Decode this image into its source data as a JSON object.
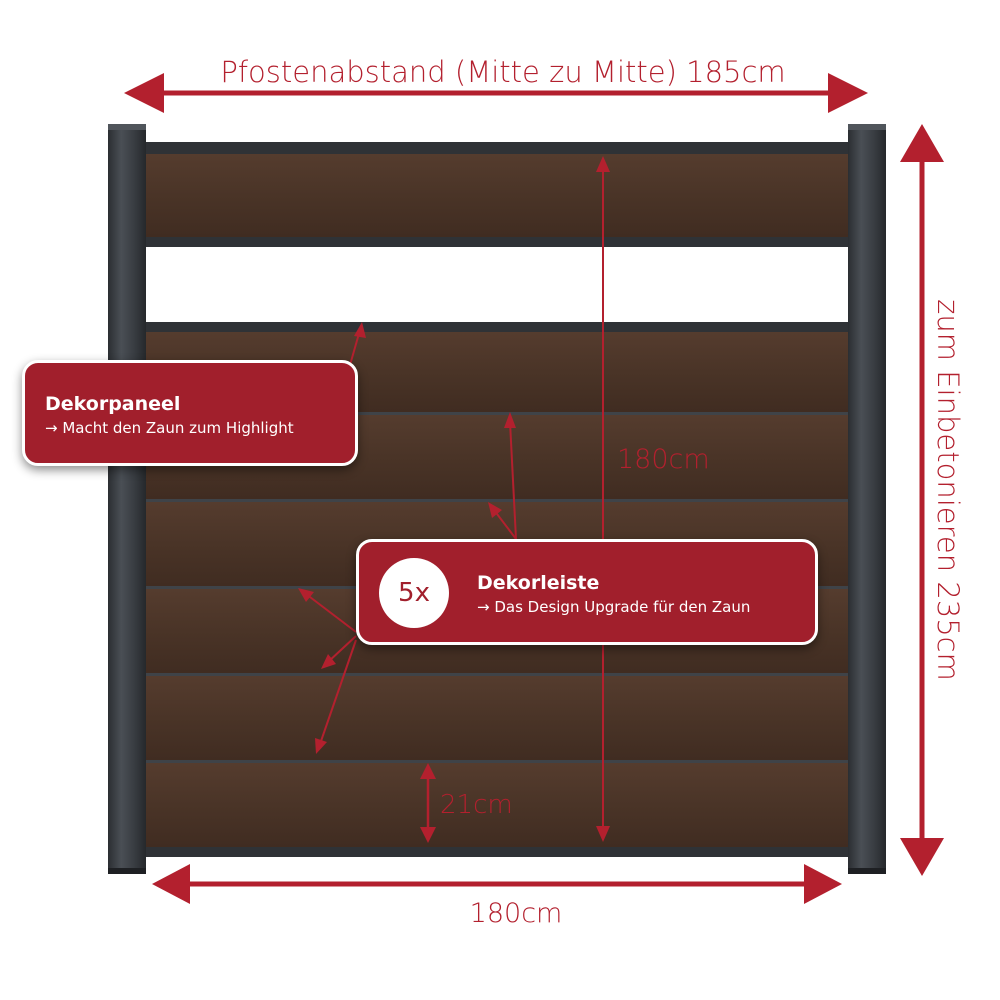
{
  "dimensions": {
    "post_spacing": "Pfostenabstand (Mitte zu Mitte) 185cm",
    "height_right": "zum Einbetonieren 235cm",
    "panel_height": "180cm",
    "board_height": "21cm",
    "panel_width": "180cm"
  },
  "callouts": {
    "panel": {
      "title": "Dekorpaneel",
      "subtitle": "→ Macht den Zaun zum Highlight"
    },
    "strip": {
      "badge": "5x",
      "title": "Dekorleiste",
      "subtitle": "→ Das Design Upgrade für den Zaun"
    }
  },
  "colors": {
    "accent_red": "#a11f2c",
    "wood_brown": "#4a3427",
    "post_anthracite": "#383c41"
  }
}
